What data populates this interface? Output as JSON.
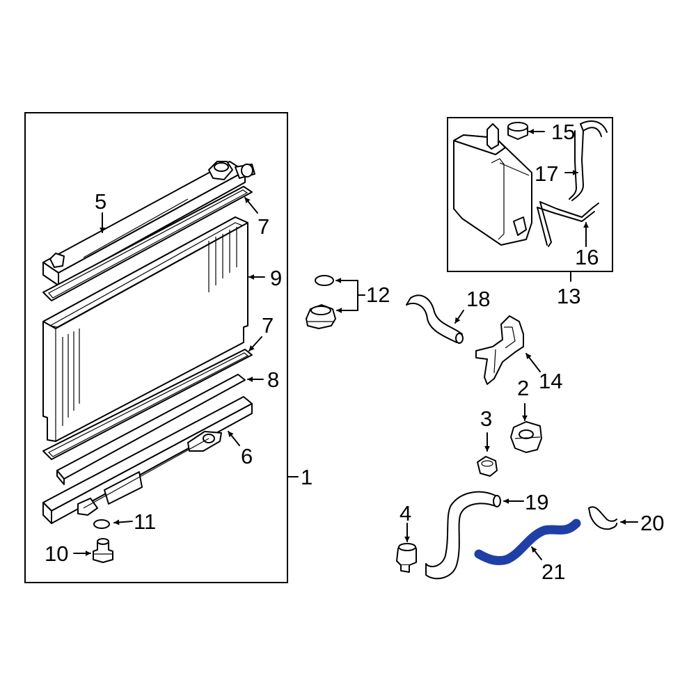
{
  "colors": {
    "highlight": "#1f3fa6",
    "line": "#000000",
    "background": "#ffffff"
  },
  "callouts": {
    "p1": "1",
    "p2": "2",
    "p3": "3",
    "p4": "4",
    "p5": "5",
    "p6": "6",
    "p7a": "7",
    "p7b": "7",
    "p8": "8",
    "p9": "9",
    "p10": "10",
    "p11": "11",
    "p12": "12",
    "p13": "13",
    "p14": "14",
    "p15": "15",
    "p16": "16",
    "p17": "17",
    "p18": "18",
    "p19": "19",
    "p20": "20",
    "p21": "21"
  },
  "highlighted_part": "21"
}
